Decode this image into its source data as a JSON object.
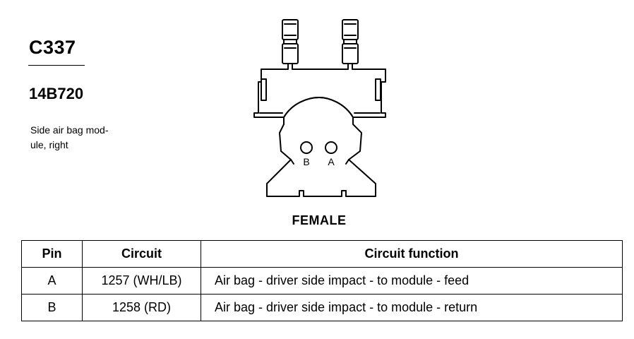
{
  "connector": {
    "id": "C337",
    "part_number": "14B720",
    "description": "Side air bag mod-\nule, right",
    "gender": "FEMALE",
    "pin_labels": [
      "B",
      "A"
    ]
  },
  "table": {
    "headers": [
      "Pin",
      "Circuit",
      "Circuit function"
    ],
    "rows": [
      {
        "pin": "A",
        "circuit": "1257 (WH/LB)",
        "function": "Air bag - driver side impact - to module - feed"
      },
      {
        "pin": "B",
        "circuit": "1258 (RD)",
        "function": "Air bag - driver side impact - to module - return"
      }
    ]
  }
}
